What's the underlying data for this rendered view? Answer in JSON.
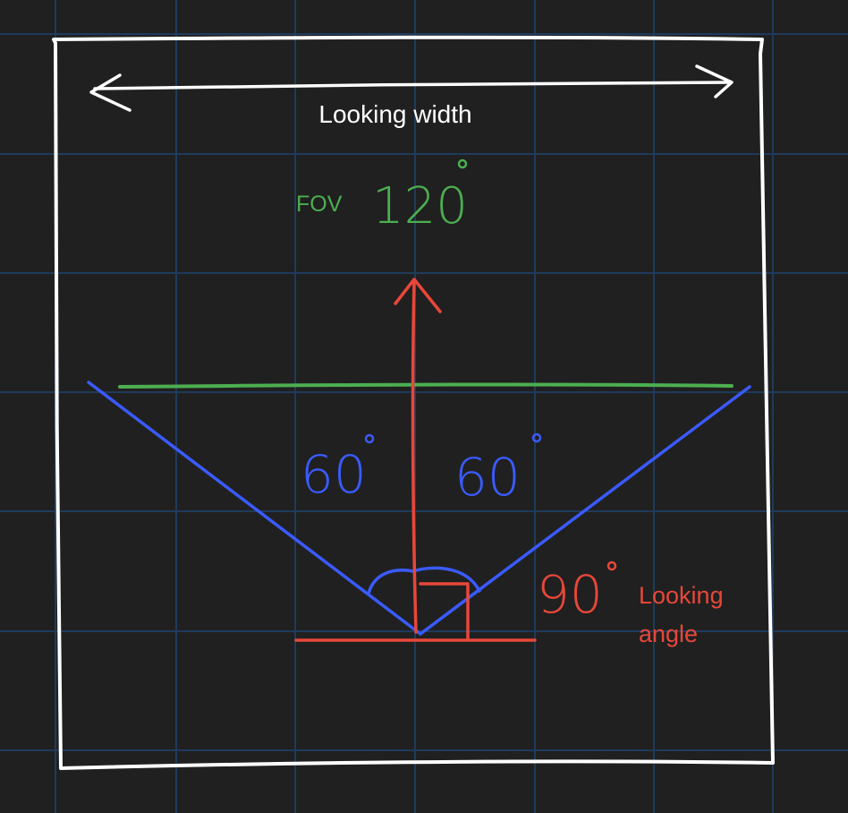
{
  "colors": {
    "background": "#202020",
    "grid": "#1f3b5c",
    "frame": "#ffffff",
    "width_arrow": "#ffffff",
    "fov": "#4caf50",
    "view_cone": "#3a5bff",
    "direction": "#e8473a"
  },
  "labels": {
    "looking_width": "Looking width",
    "fov_prefix": "FOV",
    "fov_value": "120",
    "left_angle": "60",
    "right_angle": "60",
    "right_angle_value": "90",
    "looking_angle_line1": "Looking",
    "looking_angle_line2": "angle"
  },
  "icons": {
    "degree": "degree-symbol",
    "arrow_left": "arrowhead-left",
    "arrow_right": "arrowhead-right",
    "arrow_up": "arrowhead-up"
  }
}
